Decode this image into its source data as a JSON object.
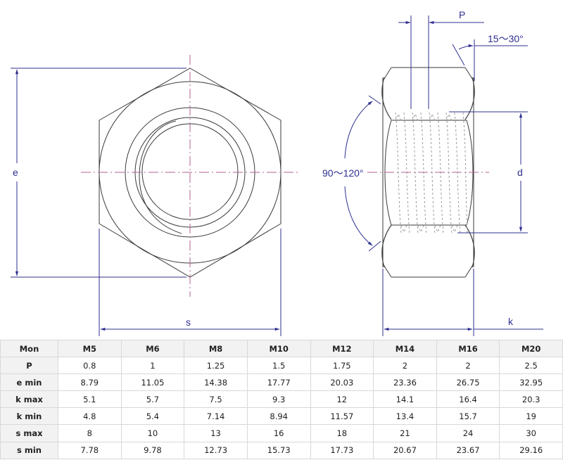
{
  "drawing": {
    "front_view": {
      "dimension_labels": {
        "e": "e",
        "s": "s"
      }
    },
    "side_view": {
      "dimension_labels": {
        "p": "P",
        "chamfer_angle": "15～30°",
        "countersink_angle": "90～120°",
        "d": "d",
        "k": "k"
      }
    },
    "colors": {
      "outline": "#3a3a3a",
      "dimension": "#2d2f8f",
      "centerline": "#b0608f",
      "thread_hidden": "#9a9a9a"
    }
  },
  "table": {
    "headers": [
      "Mon",
      "M5",
      "M6",
      "M8",
      "M10",
      "M12",
      "M14",
      "M16",
      "M20"
    ],
    "rows": [
      {
        "label": "P",
        "values": [
          "0.8",
          "1",
          "1.25",
          "1.5",
          "1.75",
          "2",
          "2",
          "2.5"
        ]
      },
      {
        "label": "e min",
        "values": [
          "8.79",
          "11.05",
          "14.38",
          "17.77",
          "20.03",
          "23.36",
          "26.75",
          "32.95"
        ]
      },
      {
        "label": "k max",
        "values": [
          "5.1",
          "5.7",
          "7.5",
          "9.3",
          "12",
          "14.1",
          "16.4",
          "20.3"
        ]
      },
      {
        "label": "k min",
        "values": [
          "4.8",
          "5.4",
          "7.14",
          "8.94",
          "11.57",
          "13.4",
          "15.7",
          "19"
        ]
      },
      {
        "label": "s max",
        "values": [
          "8",
          "10",
          "13",
          "16",
          "18",
          "21",
          "24",
          "30"
        ]
      },
      {
        "label": "s min",
        "values": [
          "7.78",
          "9.78",
          "12.73",
          "15.73",
          "17.73",
          "20.67",
          "23.67",
          "29.16"
        ]
      }
    ]
  }
}
